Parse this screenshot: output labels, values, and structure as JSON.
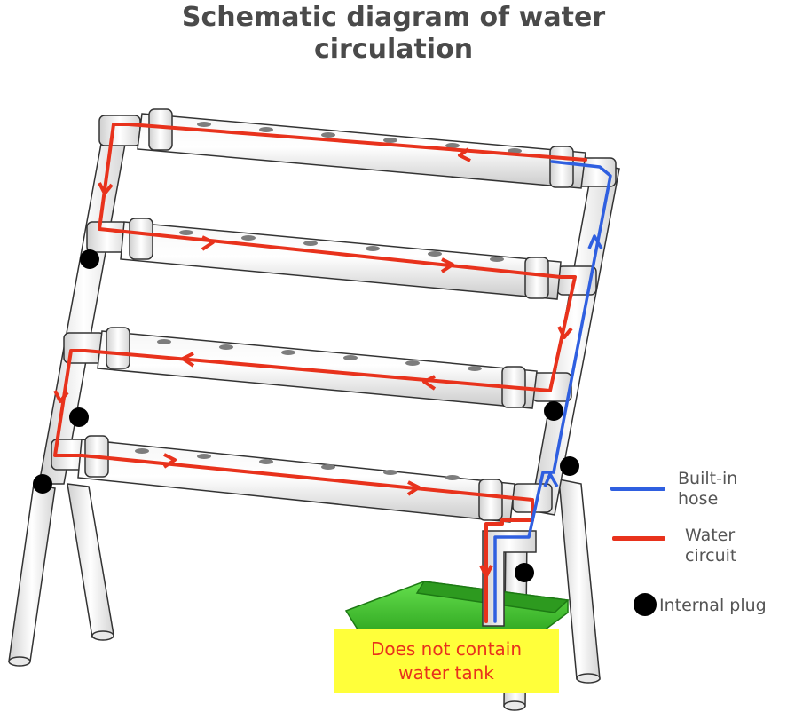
{
  "title_line1": "Schematic diagram of water",
  "title_line2": "circulation",
  "legend": {
    "hose": {
      "line1": "Built-in",
      "line2": "hose"
    },
    "water": {
      "line1": "Water",
      "line2": "circuit"
    },
    "plug": "Internal plug"
  },
  "notice": {
    "line1": "Does not contain",
    "line2": "water tank"
  },
  "colors": {
    "hose": "#2f5fe0",
    "water": "#e8321c",
    "plug": "#000000",
    "tank": "#3ccc2a",
    "notice_bg": "#ffff3a",
    "notice_text": "#e8321c"
  }
}
